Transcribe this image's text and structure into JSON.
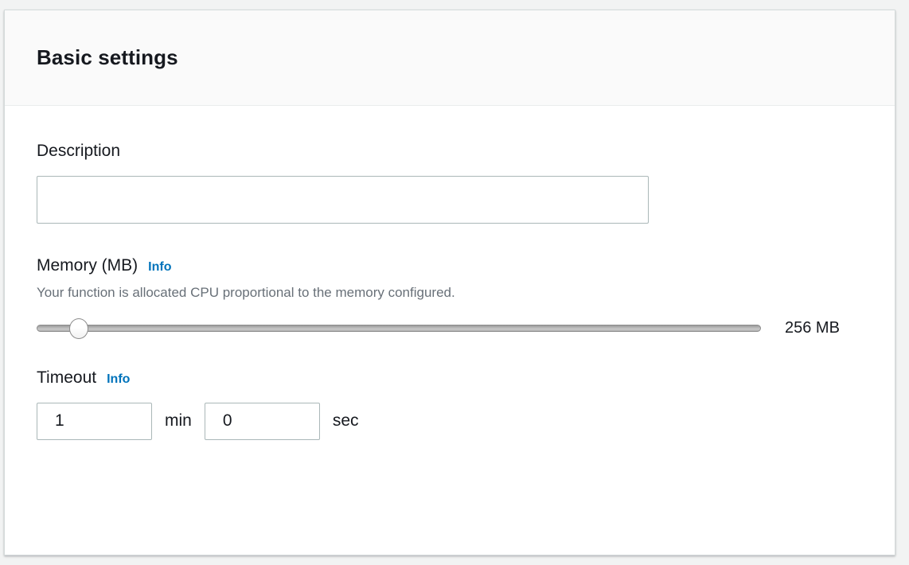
{
  "panel": {
    "title": "Basic settings"
  },
  "description": {
    "label": "Description",
    "value": "",
    "placeholder": ""
  },
  "memory": {
    "label": "Memory (MB)",
    "info_label": "Info",
    "hint": "Your function is allocated CPU proportional to the memory configured.",
    "value_display": "256 MB",
    "value": 256,
    "slider_percent": 5.8
  },
  "timeout": {
    "label": "Timeout",
    "info_label": "Info",
    "minutes_value": "1",
    "minutes_unit": "min",
    "seconds_value": "0",
    "seconds_unit": "sec"
  },
  "colors": {
    "accent_link": "#0073bb",
    "text_primary": "#16191f",
    "text_secondary": "#687078",
    "border_input": "#aab7b8",
    "panel_header_bg": "#fafafa",
    "page_bg": "#f2f3f3"
  }
}
